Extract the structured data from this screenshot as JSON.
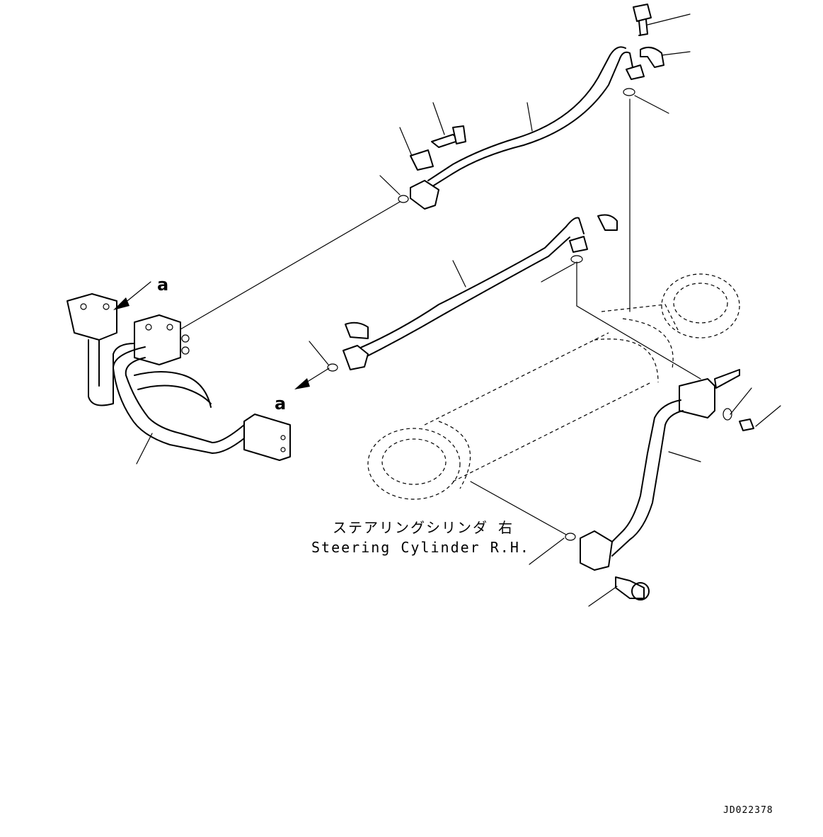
{
  "labels": {
    "view_marker_a": "a",
    "cylinder_jp": "ステアリングシリンダ 右",
    "cylinder_en": "Steering Cylinder R.H.",
    "drawing_code": "JD022378"
  }
}
